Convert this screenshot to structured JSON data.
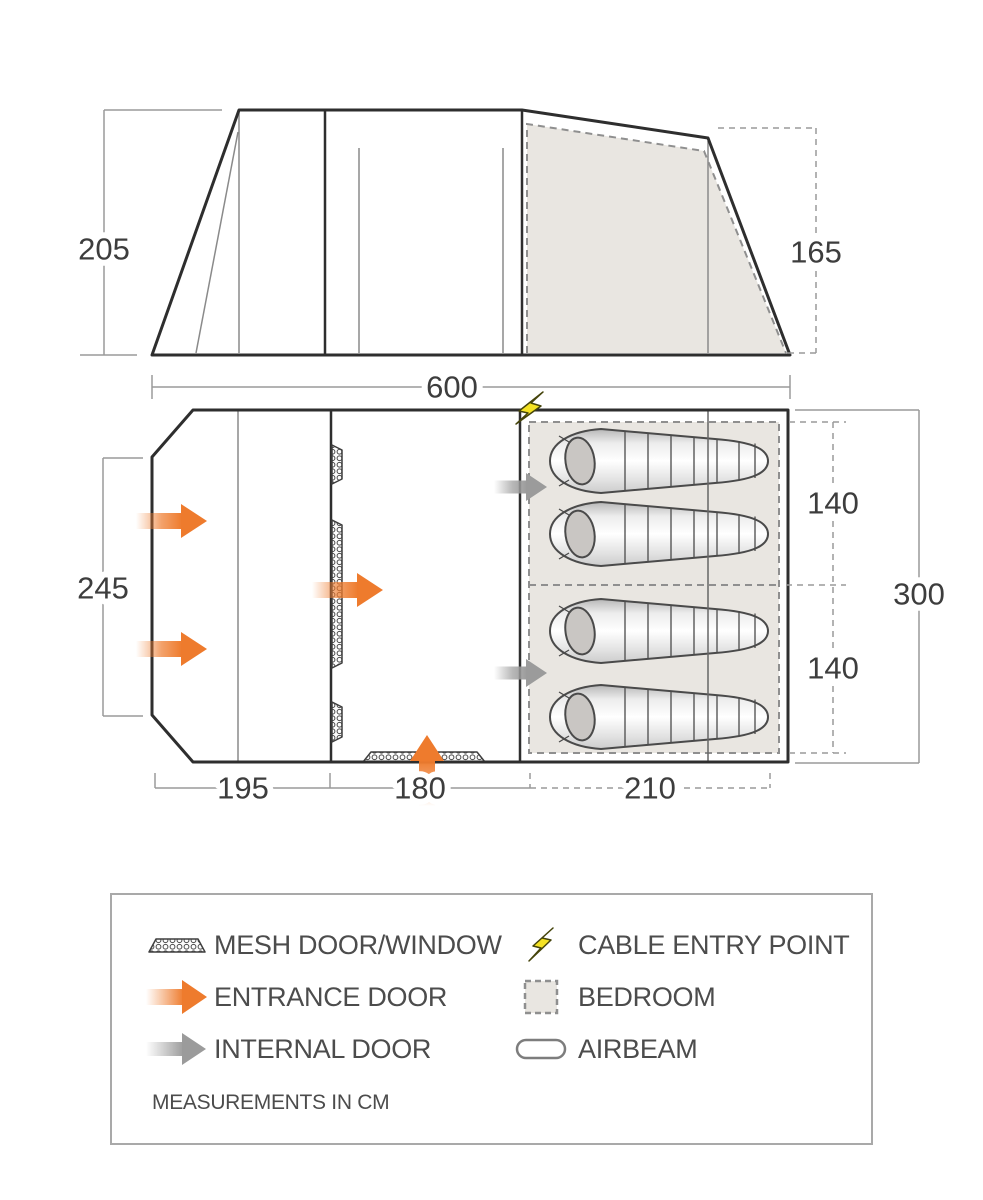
{
  "diagram": {
    "title": "tent dimensions diagram",
    "views": [
      "side elevation",
      "floor plan",
      "legend"
    ],
    "dims": {
      "side_height_front": "205",
      "side_height_rear": "165",
      "overall_length": "600",
      "front_width": "245",
      "bedroom_section_1": "140",
      "bedroom_section_2": "140",
      "overall_width": "300",
      "porch_section_length": "195",
      "living_section_length": "180",
      "bedroom_section_length": "210"
    },
    "floor_plan": {
      "sleeping_bag_count": 4,
      "entrance_door_count": 4,
      "internal_door_count": 2,
      "mesh_panel_count": 4,
      "cable_entry_count": 1
    },
    "colors": {
      "entrance_arrow": "#ee7b2d",
      "internal_arrow": "#9b9b9b",
      "bedroom_fill": "#e9e6e1",
      "cable_bolt": "#f4e224",
      "outline_dark": "#2e2e2e",
      "line_light": "#8f8f8f",
      "dim_text": "#3d3d3d"
    }
  },
  "legend": {
    "items": [
      {
        "icon": "mesh-door-window-icon",
        "label": "MESH DOOR/WINDOW"
      },
      {
        "icon": "cable-entry-point-icon",
        "label": "CABLE ENTRY POINT"
      },
      {
        "icon": "entrance-door-icon",
        "label": "ENTRANCE DOOR"
      },
      {
        "icon": "bedroom-swatch-icon",
        "label": "BEDROOM"
      },
      {
        "icon": "internal-door-icon",
        "label": "INTERNAL DOOR"
      },
      {
        "icon": "airbeam-icon",
        "label": "AIRBEAM"
      }
    ],
    "footnote": "MEASUREMENTS IN CM"
  }
}
